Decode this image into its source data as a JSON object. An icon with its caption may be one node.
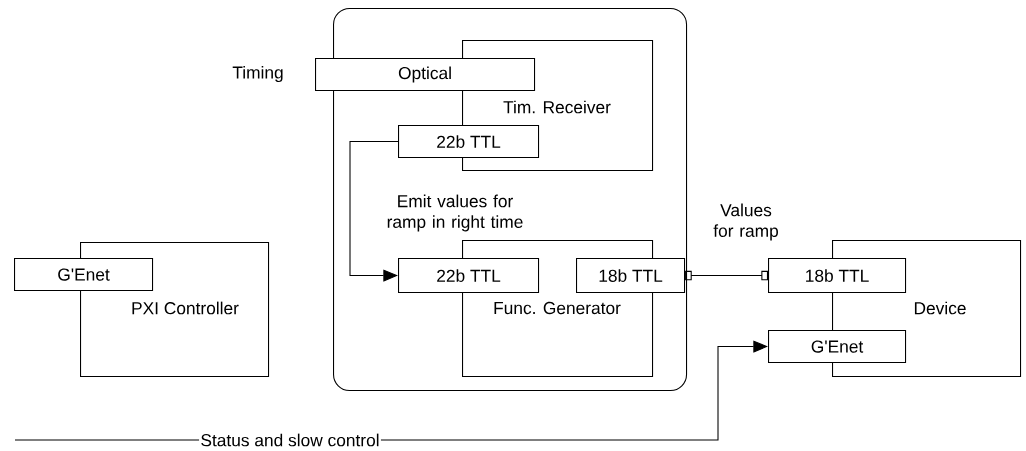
{
  "diagram": {
    "nodes": [
      {
        "text": [
          "PXI Controller"
        ]
      },
      {
        "text": [
          "G'Enet"
        ]
      },
      {
        "text": [],
        "shape": "box"
      },
      {
        "text": [
          "Tim. Receiver"
        ],
        "in": 2
      },
      {
        "text": [
          "Optical"
        ],
        "beside": [
          "Timing"
        ]
      },
      {
        "text": [
          "22b TTL"
        ],
        "in": 2
      },
      {
        "text": [
          "Func. Generator"
        ],
        "in": 2
      },
      {
        "text": [
          "22b TTL"
        ],
        "in": 2
      },
      {
        "text": [
          "18b TTL"
        ],
        "in": 2
      },
      {
        "text": [
          "Device"
        ]
      },
      {
        "text": [
          "18b TTL"
        ]
      },
      {
        "text": [
          "G'Enet"
        ]
      }
    ],
    "edges": [
      {
        "from": 5,
        "to": 7,
        "arrow": "to",
        "label": "Emit values for ramp in right time"
      },
      {
        "from": 8,
        "to": 10,
        "arrow": "other",
        "label": "Values for ramp"
      },
      {
        "from": null,
        "to": 11,
        "arrow": "to",
        "label": "Status and slow control"
      }
    ]
  }
}
